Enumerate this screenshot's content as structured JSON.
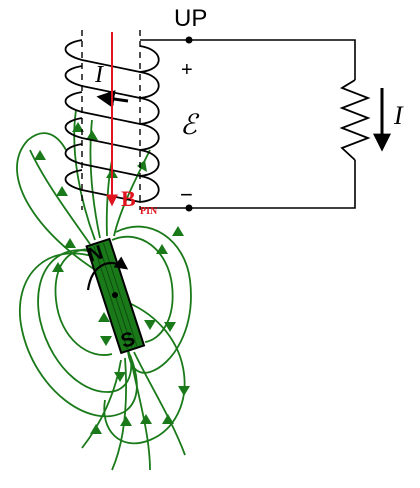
{
  "labels": {
    "up": "UP",
    "plus": "+",
    "minus": "−",
    "emf": "ℰ",
    "current_coil": "I",
    "current_resistor": "I",
    "field": "B",
    "field_sub": "PIN",
    "north": "N",
    "south": "S"
  },
  "colors": {
    "wire": "#000000",
    "field_lines": "#1a7a1a",
    "pin_field": "#e0141e",
    "magnet_fill": "#1a7a1a",
    "background": "#ffffff"
  },
  "icons": {
    "resistor": "zigzag-resistor",
    "current_arrow": "arrow"
  }
}
